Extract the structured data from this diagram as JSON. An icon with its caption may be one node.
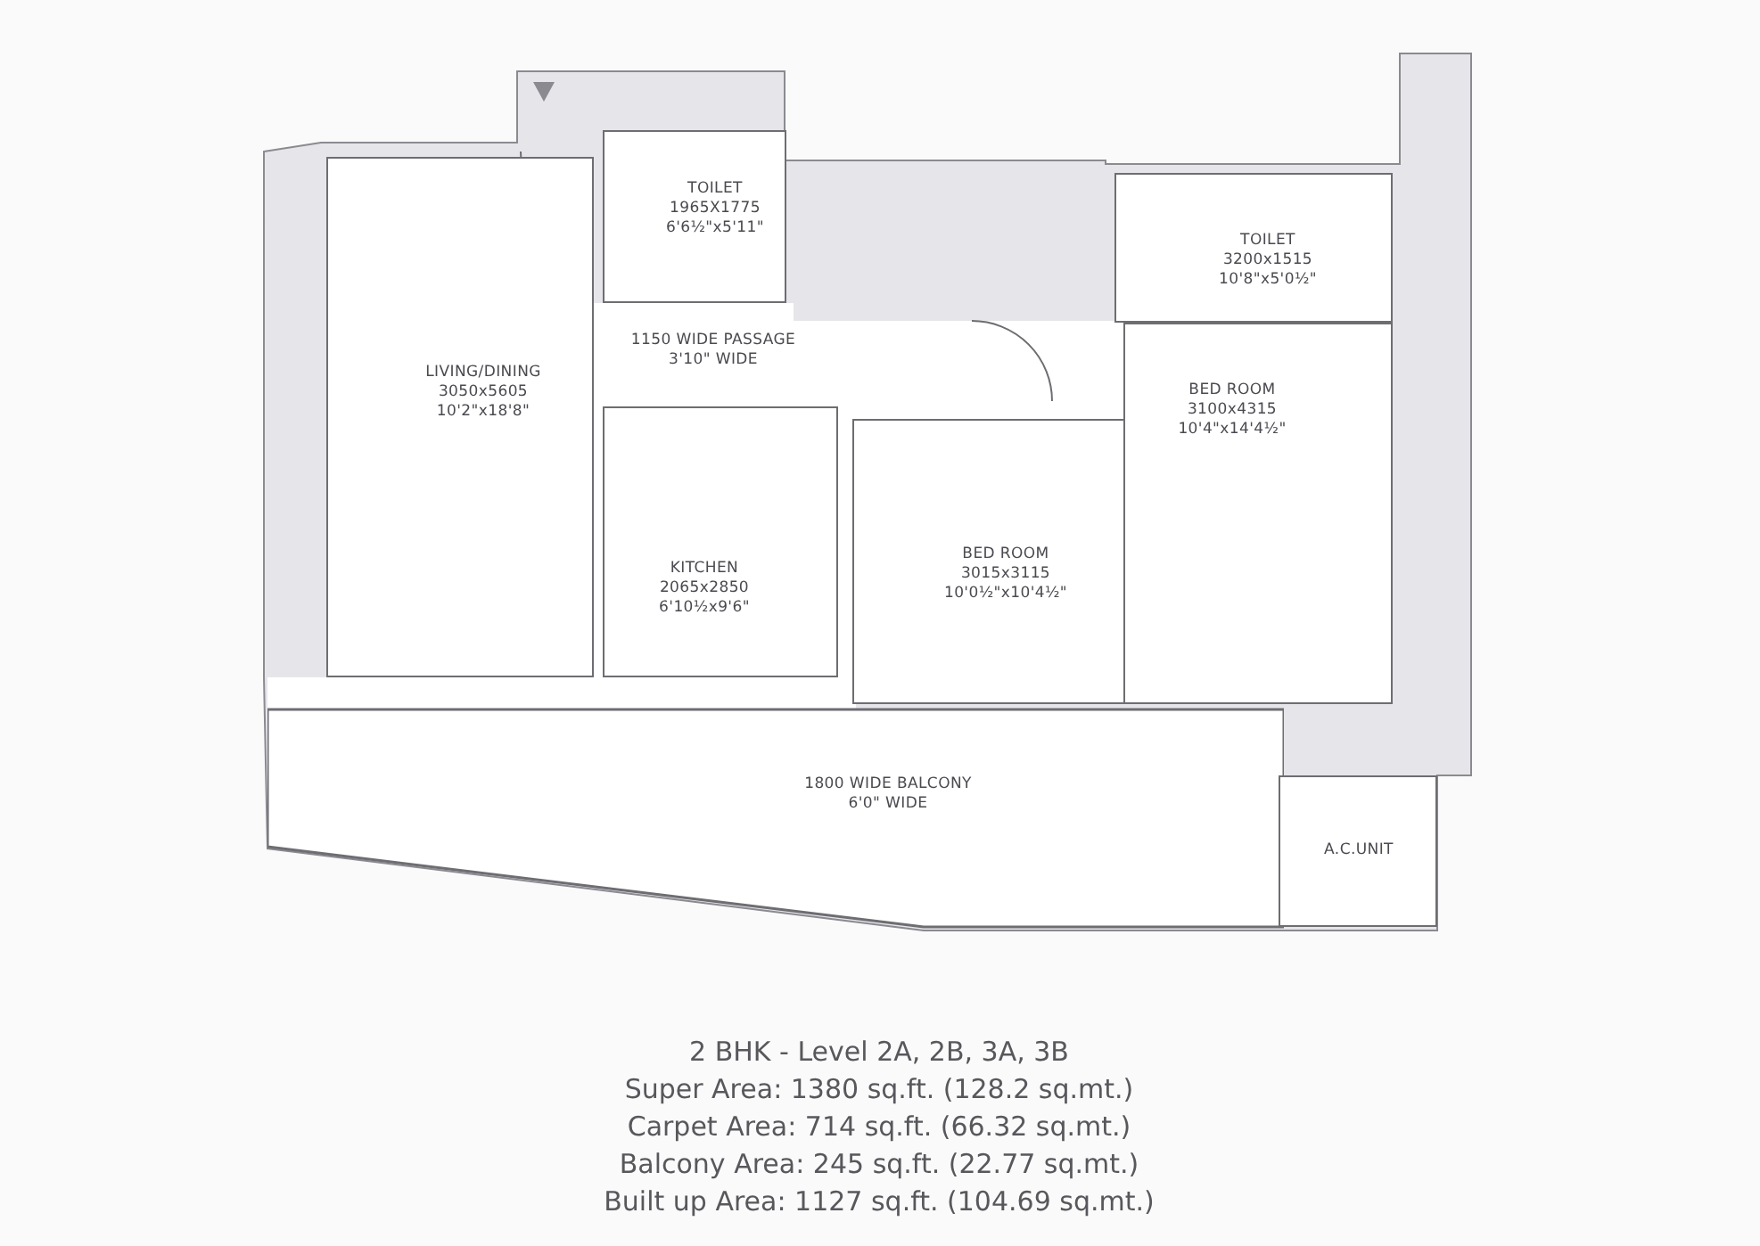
{
  "diagram": {
    "title": "2 BHK - Level 2A, 2B, 3A, 3B",
    "nodes": [
      {
        "text": [
          "LIVING/DINING",
          "3050x5605",
          "10'2\"x18'8\""
        ]
      },
      {
        "text": [
          "TOILET",
          "1965X1775",
          "6'6½\"x5'11\""
        ]
      },
      {
        "text": [
          "TOILET",
          "3200x1515",
          "10'8\"x5'0½\""
        ]
      },
      {
        "text": [
          "BED ROOM",
          "3100x4315",
          "10'4\"x14'4½\""
        ]
      },
      {
        "text": [
          "KITCHEN",
          "2065x2850",
          "6'10½x9'6\""
        ]
      },
      {
        "text": [
          "BED ROOM",
          "3015x3115",
          "10'0½\"x10'4½\""
        ]
      },
      {
        "text": [
          "1800 WIDE BALCONY",
          "6'0\" WIDE"
        ]
      },
      {
        "text": [
          "A.C.UNIT"
        ]
      }
    ],
    "edges": [],
    "labels": [
      "1150 WIDE PASSAGE",
      "3'10\" WIDE",
      "Super Area: 1380 sq.ft. (128.2 sq.mt.)",
      "Carpet Area: 714 sq.ft. (66.32 sq.mt.)",
      "Balcony Area: 245 sq.ft. (22.77 sq.mt.)",
      "Built up Area: 1127 sq.ft. (104.69 sq.mt.)"
    ]
  }
}
